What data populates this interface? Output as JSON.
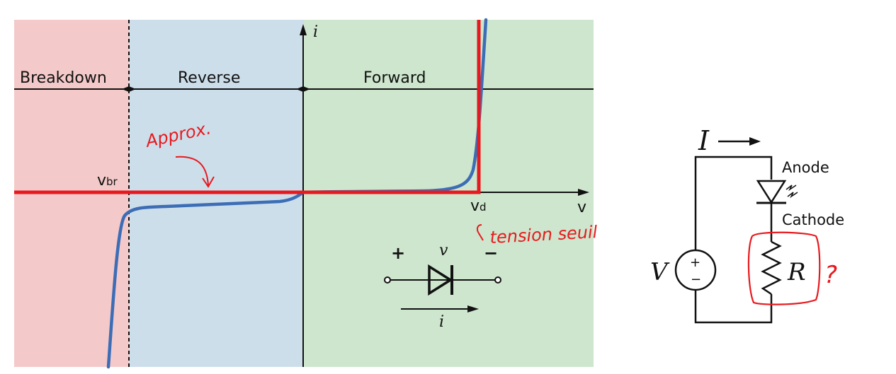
{
  "iv_chart": {
    "regions": {
      "breakdown": "Breakdown",
      "reverse": "Reverse",
      "forward": "Forward"
    },
    "axes": {
      "current_symbol": "i",
      "voltage_symbol": "v"
    },
    "markers": {
      "breakdown_voltage": "v",
      "breakdown_voltage_sub": "br",
      "threshold_voltage": "v",
      "threshold_voltage_sub": "d"
    },
    "annotations": {
      "approximation": "Approx.",
      "threshold_note": "tension seuil"
    },
    "diode_symbol": {
      "plus": "+",
      "minus": "−",
      "voltage": "v",
      "current": "i"
    },
    "colors": {
      "breakdown_region": "#f4c9c9",
      "reverse_region": "#cddeeb",
      "forward_region": "#cde6cd",
      "real_curve": "#3c6db5",
      "approx_curve": "#e8191e"
    }
  },
  "circuit": {
    "current_label": "I",
    "anode_label": "Anode",
    "cathode_label": "Cathode",
    "source_label": "V",
    "source_plus": "+",
    "source_minus": "−",
    "resistor_label": "R",
    "question_mark": "?"
  }
}
